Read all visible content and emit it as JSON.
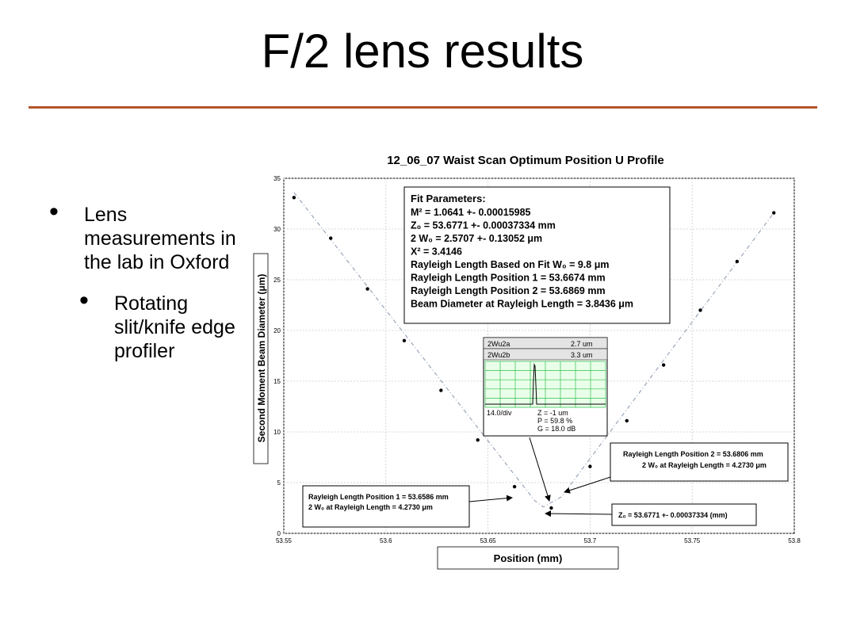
{
  "slide": {
    "title": "F/2 lens results",
    "bullet_main": "Lens measurements in the lab in Oxford",
    "bullet_sub": "Rotating slit/knife edge profiler"
  },
  "colors": {
    "accent_rule": "#b5532c",
    "fit_line": "#9aa6b8",
    "inset_grid": "#2fbf4a"
  },
  "chart_data": {
    "type": "scatter",
    "title": "12_06_07 Waist Scan Optimum Position U Profile",
    "xlabel": "Position (mm)",
    "ylabel": "Second Moment Beam Diameter (μm)",
    "xlim": [
      53.55,
      53.8
    ],
    "ylim": [
      0,
      35
    ],
    "grid": true,
    "x_ticks": [
      "53.55",
      "53.6",
      "53.65",
      "53.7",
      "53.75",
      "53.8"
    ],
    "y_ticks": [
      "0",
      "5",
      "10",
      "15",
      "20",
      "25",
      "30",
      "35"
    ],
    "points": [
      {
        "x": 53.555,
        "y": 33.1
      },
      {
        "x": 53.573,
        "y": 29.1
      },
      {
        "x": 53.591,
        "y": 24.1
      },
      {
        "x": 53.609,
        "y": 19.0
      },
      {
        "x": 53.627,
        "y": 14.1
      },
      {
        "x": 53.645,
        "y": 9.2
      },
      {
        "x": 53.663,
        "y": 4.6
      },
      {
        "x": 53.681,
        "y": 2.5
      },
      {
        "x": 53.7,
        "y": 6.6
      },
      {
        "x": 53.718,
        "y": 11.1
      },
      {
        "x": 53.736,
        "y": 16.6
      },
      {
        "x": 53.754,
        "y": 22.0
      },
      {
        "x": 53.772,
        "y": 26.8
      },
      {
        "x": 53.79,
        "y": 31.6
      }
    ],
    "fit_line": [
      {
        "x": 53.555,
        "y": 33.6
      },
      {
        "x": 53.673,
        "y": 3.2
      },
      {
        "x": 53.6771,
        "y": 2.6
      },
      {
        "x": 53.686,
        "y": 3.6
      },
      {
        "x": 53.79,
        "y": 31.6
      }
    ],
    "fit_box": {
      "heading": "Fit Parameters:",
      "lines": [
        "M² = 1.0641 +- 0.00015985",
        "Z₀ = 53.6771 +- 0.00037334 mm",
        "2 W₀ = 2.5707 +- 0.13052 μm",
        "X² = 3.4146",
        "Rayleigh Length Based on Fit W₀ = 9.8 μm",
        "Rayleigh Length Position 1 = 53.6674 mm",
        "Rayleigh Length Position 2 = 53.6869 mm",
        "Beam Diameter at Rayleigh Length = 3.8436 μm"
      ]
    },
    "inset": {
      "row1_label": "2Wu2a",
      "row1_value": "2.7 um",
      "row2_label": "2Wu2b",
      "row2_value": "3.3 um",
      "scale": "14.0/div",
      "lines": [
        "Z = -1 um",
        "P = 59.8 %",
        "G = 18.0 dB"
      ]
    },
    "annotations": {
      "rl1_line1": "Rayleigh Length Position 1 = 53.6586 mm",
      "rl1_line2": "2 W₀ at Rayleigh Length = 4.2730 μm",
      "rl2_line1": "Rayleigh Length Position 2 = 53.6806 mm",
      "rl2_line2": "2 W₀ at Rayleigh Length = 4.2730 μm",
      "z0": "Z₀ = 53.6771 +- 0.00037334 (mm)"
    }
  }
}
